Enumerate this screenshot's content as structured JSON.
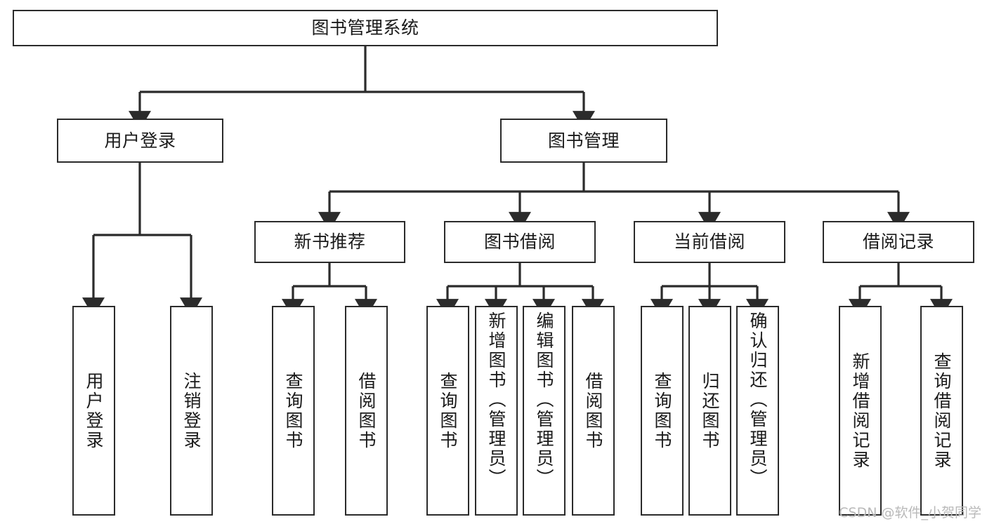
{
  "diagram": {
    "title": "图书管理系统",
    "type": "hierarchy-tree",
    "root": {
      "id": "root",
      "label": "图书管理系统"
    },
    "level2": [
      {
        "id": "user-login",
        "label": "用户登录"
      },
      {
        "id": "book-manage",
        "label": "图书管理"
      }
    ],
    "level3": [
      {
        "id": "new-book-recommend",
        "label": "新书推荐",
        "parent": "book-manage"
      },
      {
        "id": "book-borrow",
        "label": "图书借阅",
        "parent": "book-manage"
      },
      {
        "id": "current-borrow",
        "label": "当前借阅",
        "parent": "book-manage"
      },
      {
        "id": "borrow-record",
        "label": "借阅记录",
        "parent": "book-manage"
      }
    ],
    "leaves": {
      "user-login": [
        {
          "id": "leaf-user-login",
          "label": "用户登录"
        },
        {
          "id": "leaf-logout",
          "label": "注销登录"
        }
      ],
      "new-book-recommend": [
        {
          "id": "leaf-query-book-1",
          "label": "查询图书"
        },
        {
          "id": "leaf-borrow-book-1",
          "label": "借阅图书"
        }
      ],
      "book-borrow": [
        {
          "id": "leaf-query-book-2",
          "label": "查询图书"
        },
        {
          "id": "leaf-add-book",
          "label": "新增图书（管理员）"
        },
        {
          "id": "leaf-edit-book",
          "label": "编辑图书（管理员）"
        },
        {
          "id": "leaf-borrow-book-2",
          "label": "借阅图书"
        }
      ],
      "current-borrow": [
        {
          "id": "leaf-query-book-3",
          "label": "查询图书"
        },
        {
          "id": "leaf-return-book",
          "label": "归还图书"
        },
        {
          "id": "leaf-confirm-return",
          "label": "确认归还（管理员）"
        }
      ],
      "borrow-record": [
        {
          "id": "leaf-add-record",
          "label": "新增借阅记录"
        },
        {
          "id": "leaf-query-record",
          "label": "查询借阅记录"
        }
      ]
    },
    "colors": {
      "stroke": "#2b2b2b",
      "fill": "#ffffff",
      "text": "#1a1a1a",
      "watermark": "#b9b9b9"
    }
  },
  "watermark": {
    "text": "CSDN @软件_小贺同学"
  }
}
